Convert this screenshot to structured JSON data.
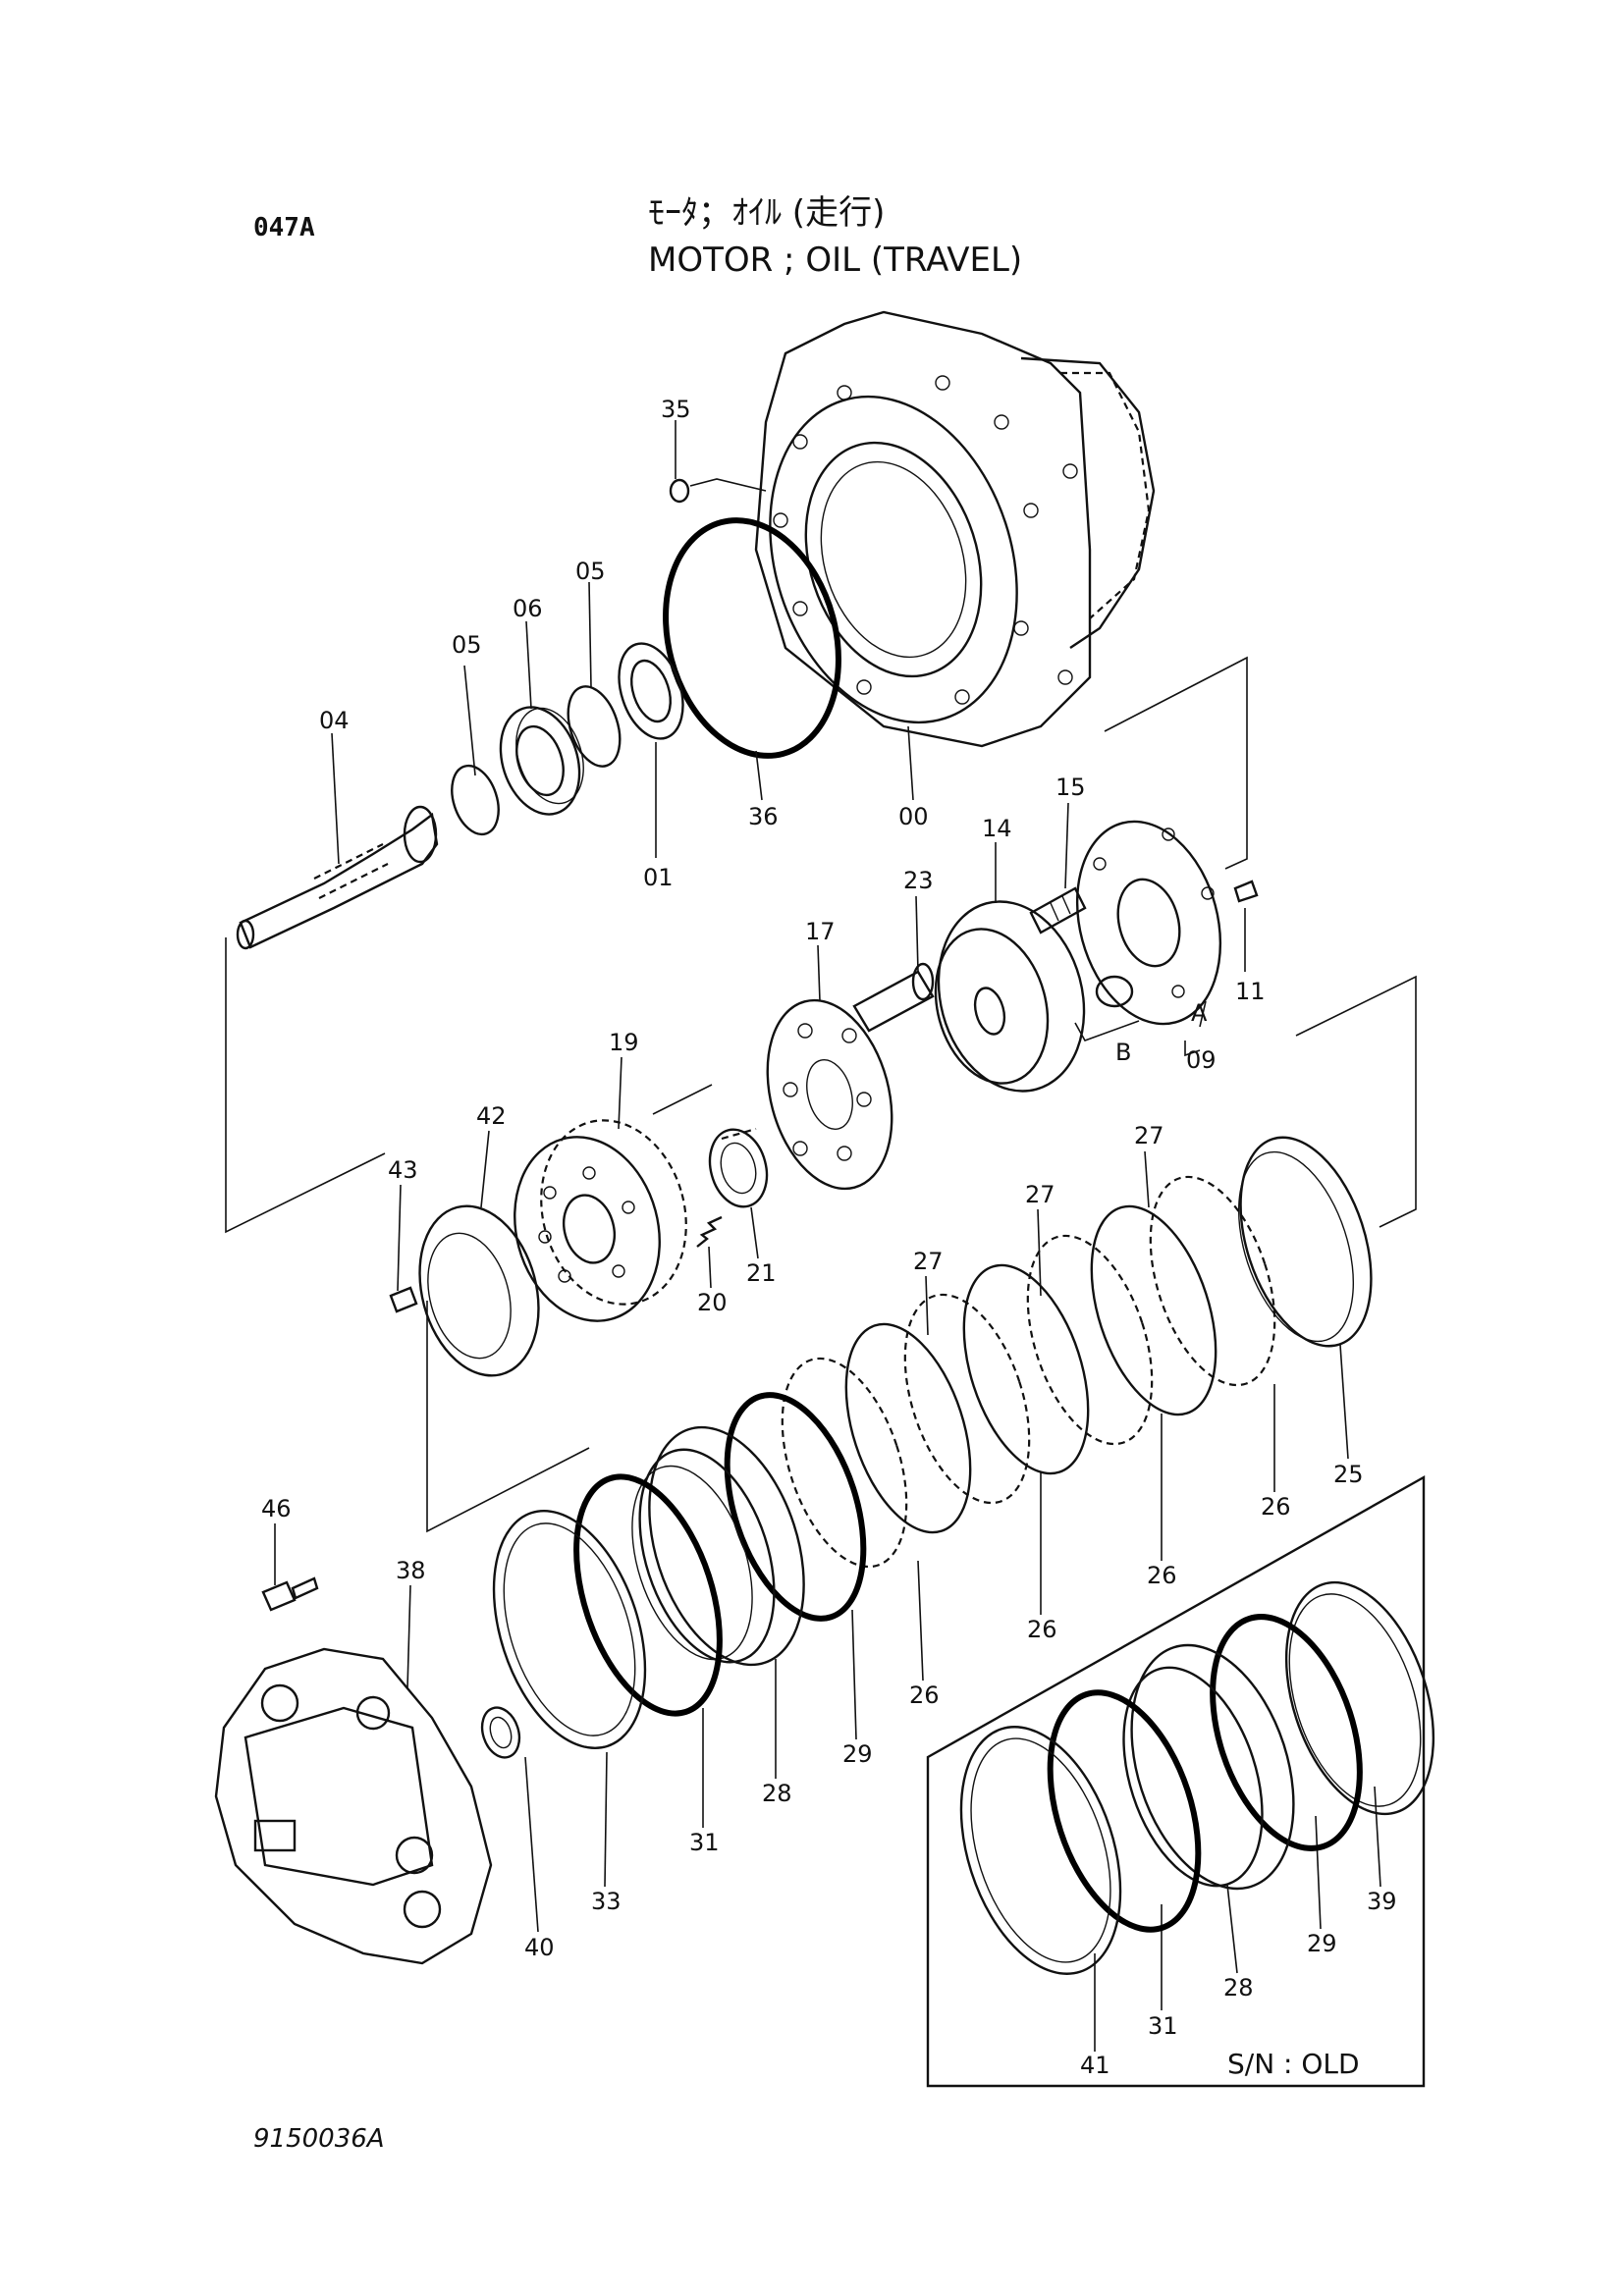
{
  "header": {
    "page_code": "047A",
    "title_jp": "ﾓｰﾀ；ｵｲﾙ (走行)",
    "title_en": "MOTOR ; OIL (TRAVEL)"
  },
  "footer": {
    "drawing_number": "9150036A"
  },
  "inset": {
    "label": "S/N : OLD"
  },
  "callouts": [
    {
      "id": "c35",
      "text": "35"
    },
    {
      "id": "c05a",
      "text": "05"
    },
    {
      "id": "c06",
      "text": "06"
    },
    {
      "id": "c05b",
      "text": "05"
    },
    {
      "id": "c04",
      "text": "04"
    },
    {
      "id": "c36",
      "text": "36"
    },
    {
      "id": "c00",
      "text": "00"
    },
    {
      "id": "c01",
      "text": "01"
    },
    {
      "id": "c15",
      "text": "15"
    },
    {
      "id": "c14",
      "text": "14"
    },
    {
      "id": "c23",
      "text": "23"
    },
    {
      "id": "c17",
      "text": "17"
    },
    {
      "id": "c11",
      "text": "11"
    },
    {
      "id": "cA",
      "text": "A"
    },
    {
      "id": "cB",
      "text": "B"
    },
    {
      "id": "c09",
      "text": "09"
    },
    {
      "id": "c19",
      "text": "19"
    },
    {
      "id": "c42",
      "text": "42"
    },
    {
      "id": "c43",
      "text": "43"
    },
    {
      "id": "c21",
      "text": "21"
    },
    {
      "id": "c20",
      "text": "20"
    },
    {
      "id": "c27a",
      "text": "27"
    },
    {
      "id": "c27b",
      "text": "27"
    },
    {
      "id": "c27c",
      "text": "27"
    },
    {
      "id": "c25",
      "text": "25"
    },
    {
      "id": "c26a",
      "text": "26"
    },
    {
      "id": "c26b",
      "text": "26"
    },
    {
      "id": "c26c",
      "text": "26"
    },
    {
      "id": "c26d",
      "text": "26"
    },
    {
      "id": "c46",
      "text": "46"
    },
    {
      "id": "c38",
      "text": "38"
    },
    {
      "id": "c29",
      "text": "29"
    },
    {
      "id": "c28",
      "text": "28"
    },
    {
      "id": "c31",
      "text": "31"
    },
    {
      "id": "c33",
      "text": "33"
    },
    {
      "id": "c40",
      "text": "40"
    },
    {
      "id": "c39i",
      "text": "39"
    },
    {
      "id": "c29i",
      "text": "29"
    },
    {
      "id": "c28i",
      "text": "28"
    },
    {
      "id": "c31i",
      "text": "31"
    },
    {
      "id": "c41i",
      "text": "41"
    }
  ]
}
